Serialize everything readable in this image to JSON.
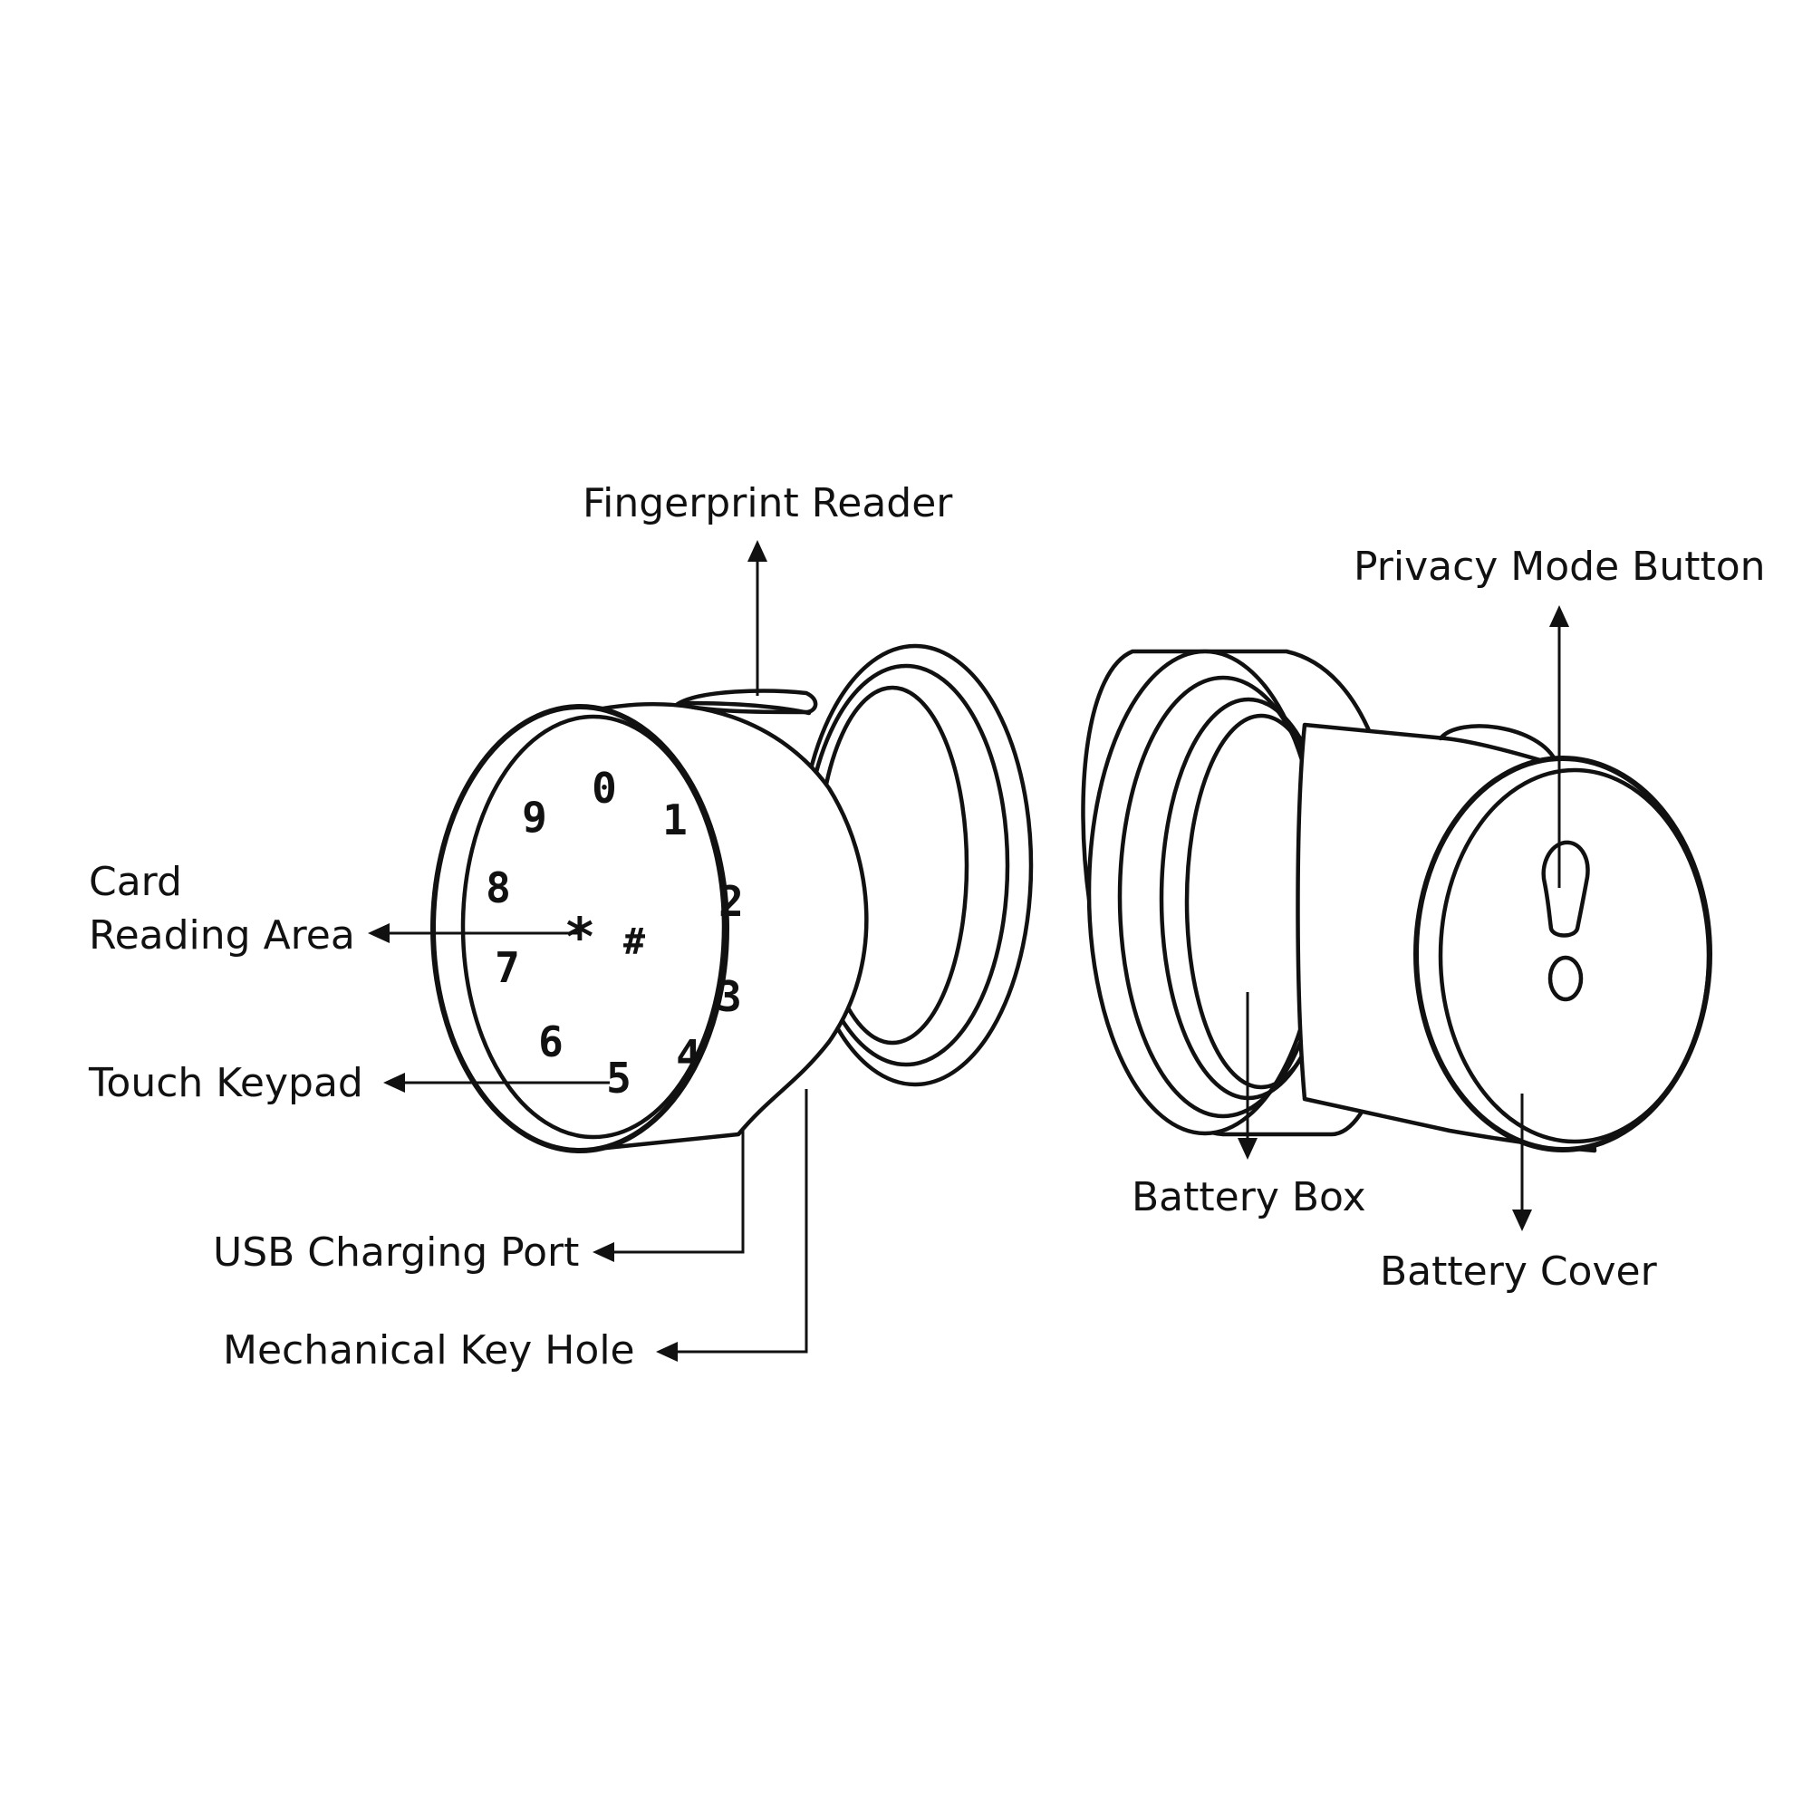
{
  "labels": {
    "fingerprint_reader": "Fingerprint Reader",
    "privacy_mode_button": "Privacy Mode Button",
    "card_reading_area_line1": "Card",
    "card_reading_area_line2": "Reading Area",
    "touch_keypad": "Touch Keypad",
    "usb_charging_port": "USB Charging Port",
    "mechanical_key_hole": "Mechanical Key Hole",
    "battery_box": "Battery Box",
    "battery_cover": "Battery Cover"
  },
  "keypad": {
    "keys": [
      "0",
      "1",
      "2",
      "3",
      "4",
      "5",
      "6",
      "7",
      "8",
      "9",
      "*",
      "#"
    ]
  },
  "colors": {
    "line": "#111111",
    "background": "#ffffff"
  }
}
